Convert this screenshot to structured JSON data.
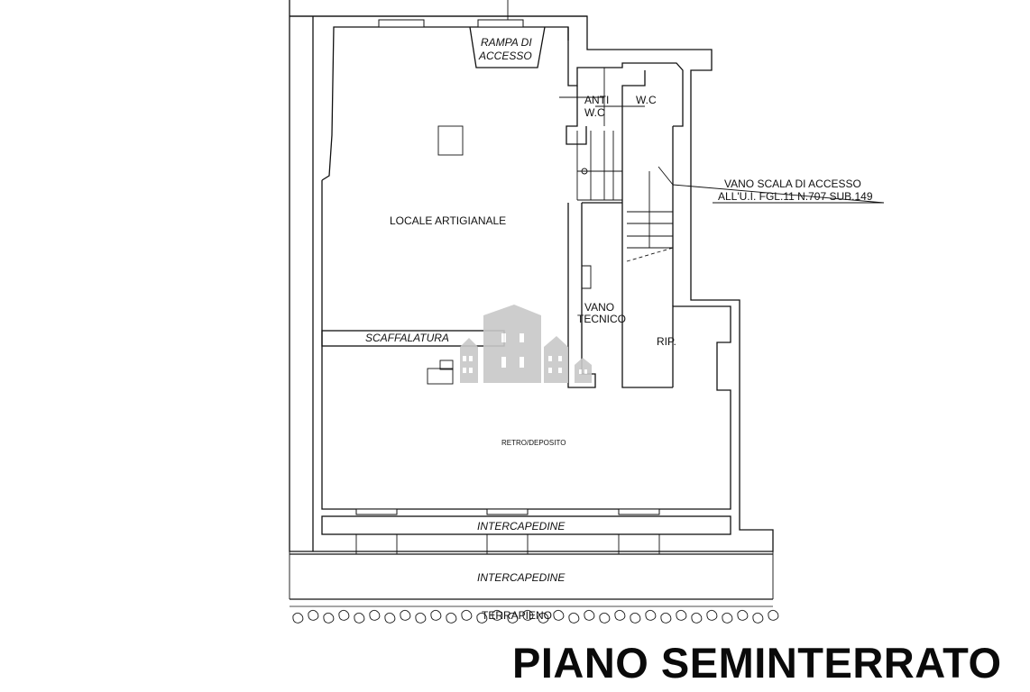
{
  "drawing": {
    "title": "PIANO SEMINTERRATO",
    "rooms": {
      "ramp_line1": "RAMPA DI",
      "ramp_line2": "ACCESSO",
      "anti_line1": "ANTI",
      "anti_line2": "W.C",
      "wc": "W.C",
      "stair_note_line1": "VANO SCALA DI ACCESSO",
      "stair_note_line2": "ALL'U.I. FGL.11 N.707 SUB.149",
      "workshop": "LOCALE ARTIGIANALE",
      "shelving": "SCAFFALATURA",
      "tech_line1": "VANO",
      "tech_line2": "TECNICO",
      "storage": "RIP.",
      "back_storage": "RETRO/DEPOSITO",
      "cavity_inner": "INTERCAPEDINE",
      "cavity_outer": "INTERCAPEDINE",
      "embankment": "TERRAPIENO"
    },
    "colors": {
      "line": "#111111",
      "watermark": "#c8c8c8"
    },
    "watermark_icon": "houses-watermark-icon"
  }
}
